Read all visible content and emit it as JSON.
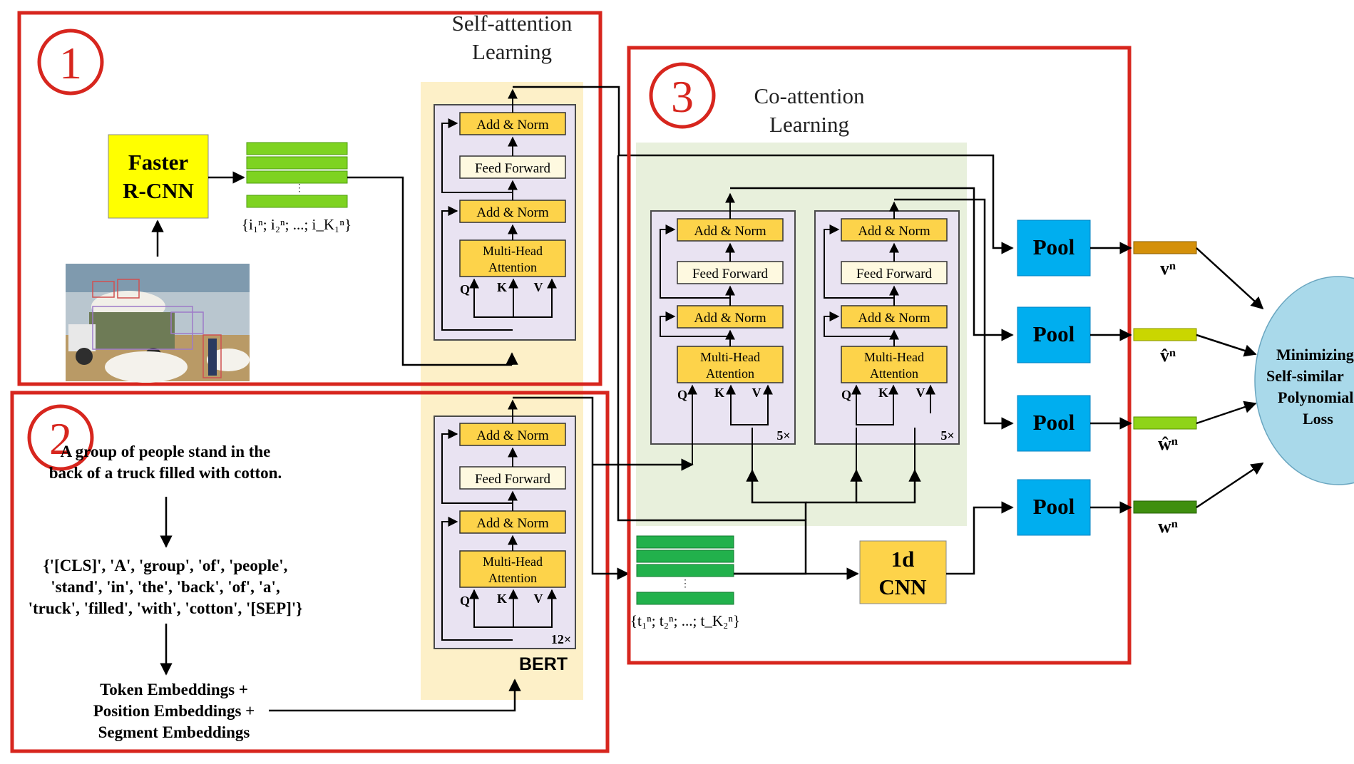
{
  "colors": {
    "panel_border": "#d7261e",
    "attention_bg": "#fdf0c8",
    "coattention_bg": "#e8f0dc",
    "block_fill": "#e9e3f2",
    "block_stroke": "#4a4a4a",
    "orange_box": "#fdd34a",
    "light_box": "#fef9e0",
    "pool_fill": "#00aeef",
    "rcnn_fill": "#ffff00",
    "cnn_fill": "#fdd34a",
    "green_bar": "#7ed321",
    "dark_green_bar": "#22b14c",
    "ellipse_fill": "#a9d9ea",
    "vec_v": "#d4900a",
    "vec_vhat": "#cad600",
    "vec_what": "#8fd418",
    "vec_w": "#3f8f0f"
  },
  "panel1": {
    "number": "①",
    "title_line1": "Self-attention",
    "title_line2": "Learning",
    "rcnn_line1": "Faster",
    "rcnn_line2": "R-CNN",
    "image_features": "{i₁ⁿ; i₂ⁿ; ...; i_K₁ⁿ}"
  },
  "panel2": {
    "number": "②",
    "caption_line1": "A group of people stand in the",
    "caption_line2": "back of a truck filled with cotton.",
    "tokens_line1": "{'[CLS]', 'A',  'group', 'of', 'people',",
    "tokens_line2": "'stand', 'in', 'the', 'back', 'of', 'a',",
    "tokens_line3": "'truck', 'filled', 'with', 'cotton', '[SEP]'}",
    "emb_line1": "Token Embeddings +",
    "emb_line2": "Position Embeddings +",
    "emb_line3": "Segment Embeddings",
    "bert_label": "BERT",
    "bert_repeat": "12×"
  },
  "panel3": {
    "number": "③",
    "title_line1": "Co-attention",
    "title_line2": "Learning",
    "text_features": "{t₁ⁿ; t₂ⁿ; ...; t_K₂ⁿ}",
    "cnn_line1": "1d",
    "cnn_line2": "CNN",
    "repeat_left": "5×",
    "repeat_right": "5×"
  },
  "block": {
    "add_norm": "Add & Norm",
    "feed_forward": "Feed Forward",
    "mha_line1": "Multi-Head",
    "mha_line2": "Attention",
    "q": "Q",
    "k": "K",
    "v": "V"
  },
  "pools": [
    "Pool",
    "Pool",
    "Pool",
    "Pool"
  ],
  "vectors": [
    "vⁿ",
    "v̂ⁿ",
    "ŵⁿ",
    "wⁿ"
  ],
  "loss": {
    "line1": "Minimizing",
    "line2": "Self-similar",
    "line3": "Polynomial",
    "line4": "Loss"
  }
}
